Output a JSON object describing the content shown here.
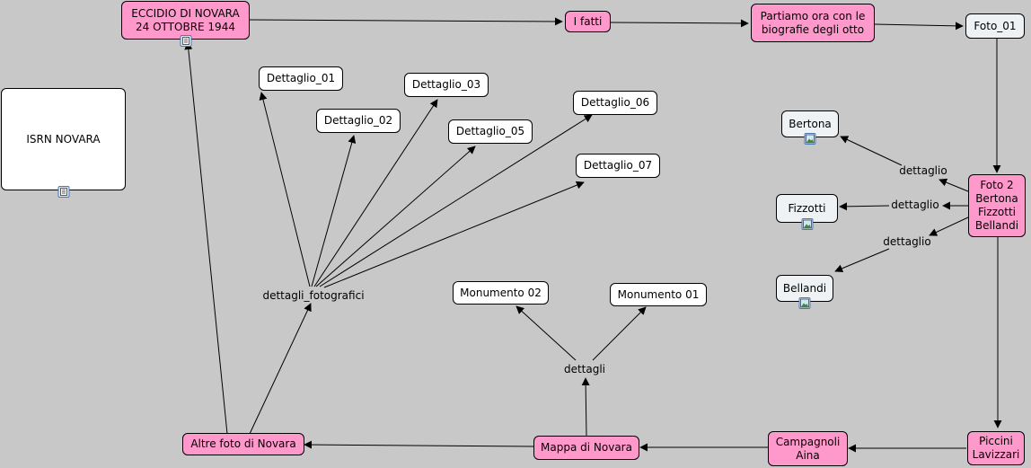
{
  "nodes": {
    "eccidio": {
      "text": "ECCIDIO DI NOVARA\n24 OTTOBRE 1944",
      "icon": "document-icon"
    },
    "ifatti": {
      "text": "I fatti"
    },
    "partiamo": {
      "text": "Partiamo ora con le\nbiografie degli otto"
    },
    "foto01": {
      "text": "Foto_01"
    },
    "isrn": {
      "text": "ISRN NOVARA",
      "icon": "document-icon"
    },
    "dett01": {
      "text": "Dettaglio_01"
    },
    "dett02": {
      "text": "Dettaglio_02"
    },
    "dett03": {
      "text": "Dettaglio_03"
    },
    "dett05": {
      "text": "Dettaglio_05"
    },
    "dett06": {
      "text": "Dettaglio_06"
    },
    "dett07": {
      "text": "Dettaglio_07"
    },
    "bertona": {
      "text": "Bertona",
      "icon": "image-icon"
    },
    "fizzotti": {
      "text": "Fizzotti",
      "icon": "image-icon"
    },
    "bellandi": {
      "text": "Bellandi",
      "icon": "image-icon"
    },
    "foto2": {
      "text": "Foto 2\nBertona\nFizzotti\nBellandi"
    },
    "monumento02": {
      "text": "Monumento 02"
    },
    "monumento01": {
      "text": "Monumento 01"
    },
    "altrefoto": {
      "text": "Altre foto di Novara"
    },
    "mappa": {
      "text": "Mappa di Novara"
    },
    "campagnoli": {
      "text": "Campagnoli\nAina"
    },
    "piccini": {
      "text": "Piccini\nLavizzari"
    }
  },
  "linking_phrases": {
    "dettagli_fotografici": "dettagli_fotografici",
    "dettagli": "dettagli",
    "dettaglio_1": "dettaglio",
    "dettaglio_2": "dettaglio",
    "dettaglio_3": "dettaglio"
  },
  "colors": {
    "background": "#c8c8c8",
    "concept_pink": "#ff99cc",
    "concept_white": "#ffffff",
    "concept_pale": "#eef2f5",
    "line": "#000000"
  }
}
